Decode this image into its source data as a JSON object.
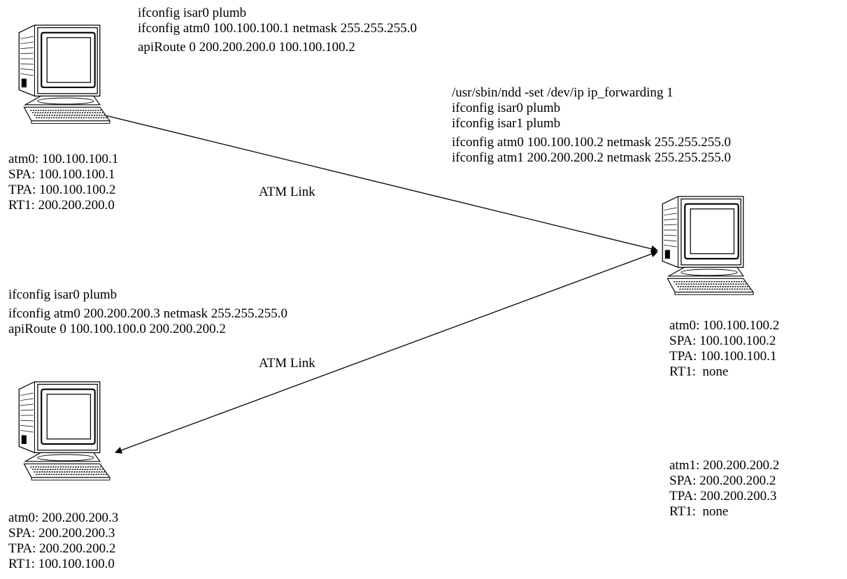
{
  "hosts": {
    "host_a": {
      "commands": [
        "ifconfig isar0 plumb",
        "ifconfig atm0 100.100.100.1 netmask 255.255.255.0",
        "apiRoute 0 200.200.200.0 100.100.100.2"
      ],
      "info": [
        "atm0: 100.100.100.1",
        "SPA: 100.100.100.1",
        "TPA: 100.100.100.2",
        "RT1: 200.200.200.0"
      ]
    },
    "router": {
      "commands": [
        "/usr/sbin/ndd -set /dev/ip ip_forwarding 1",
        "ifconfig isar0 plumb",
        "ifconfig isar1 plumb",
        "ifconfig atm0 100.100.100.2 netmask 255.255.255.0",
        "ifconfig atm1 200.200.200.2 netmask 255.255.255.0"
      ],
      "info_atm0": [
        "atm0: 100.100.100.2",
        "SPA: 100.100.100.2",
        "TPA: 100.100.100.1",
        "RT1:  none"
      ],
      "info_atm1": [
        "atm1: 200.200.200.2",
        "SPA: 200.200.200.2",
        "TPA: 200.200.200.3",
        "RT1:  none"
      ]
    },
    "host_b": {
      "commands": [
        "ifconfig isar0 plumb",
        "ifconfig atm0 200.200.200.3 netmask 255.255.255.0",
        "apiRoute 0 100.100.100.0 200.200.200.2"
      ],
      "info": [
        "atm0: 200.200.200.3",
        "SPA: 200.200.200.3",
        "TPA: 200.200.200.2",
        "RT1: 100.100.100.0"
      ]
    }
  },
  "links": [
    {
      "label": "ATM Link"
    },
    {
      "label": "ATM Link"
    }
  ],
  "icons": [
    "computer-icon"
  ]
}
